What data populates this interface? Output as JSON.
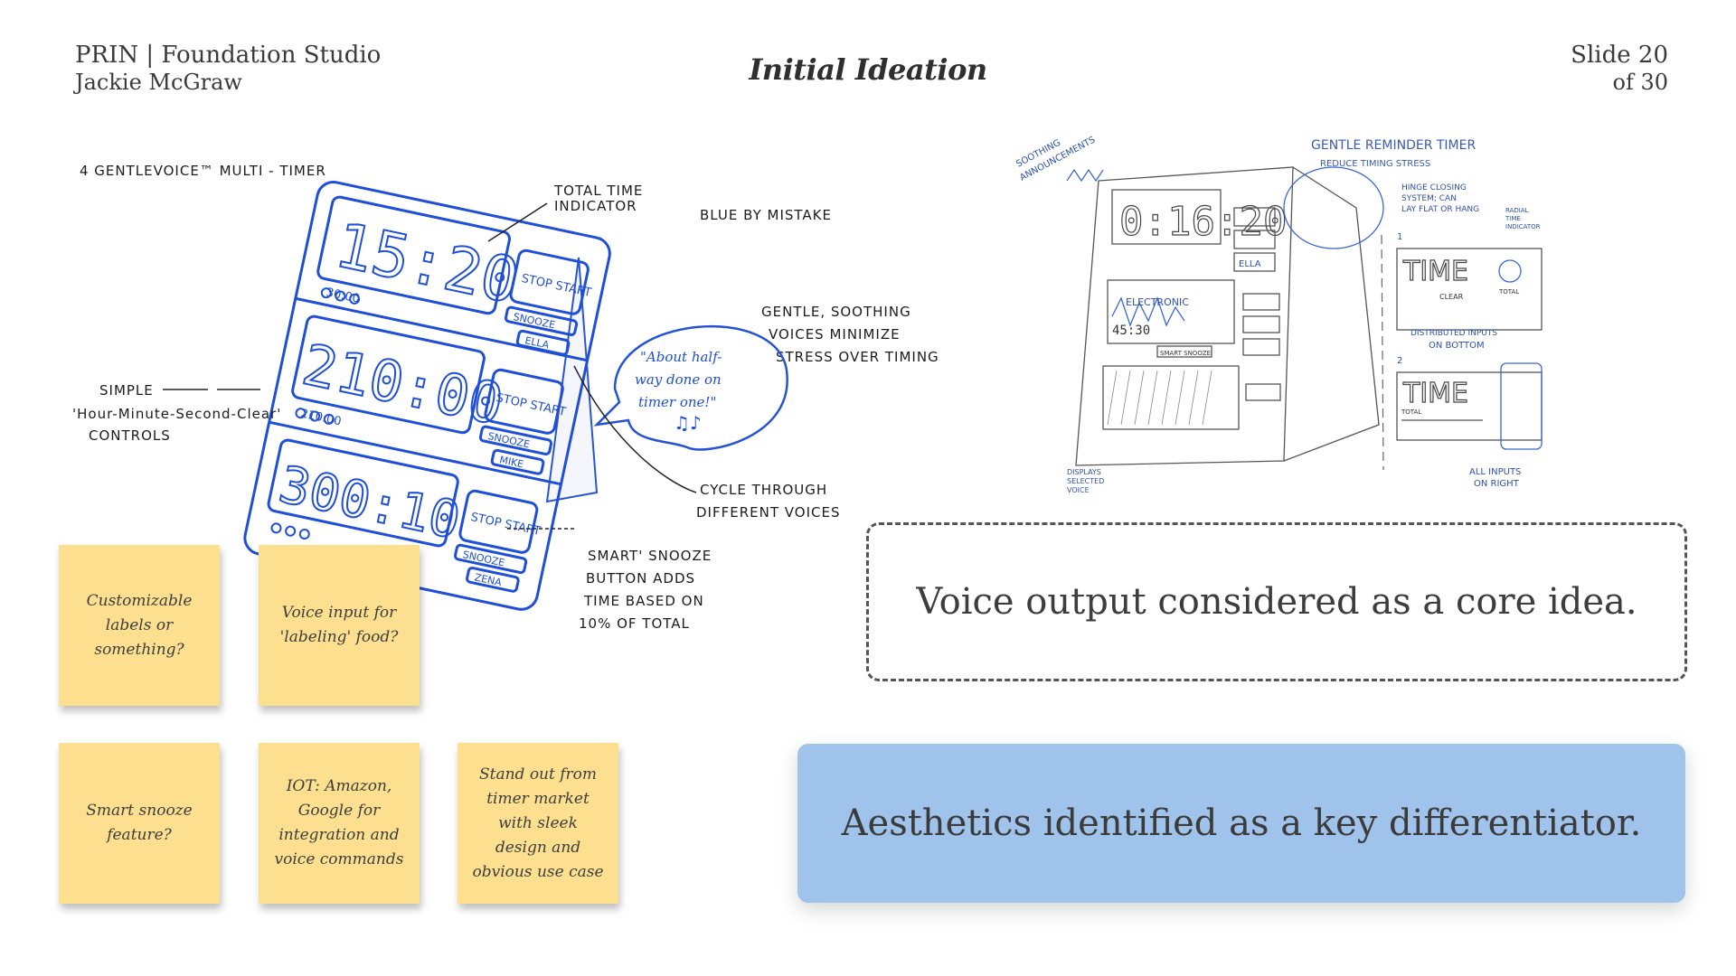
{
  "header": {
    "course": "PRIN | Foundation Studio",
    "author": "Jackie McGraw",
    "title": "Initial Ideation",
    "slide_number": "Slide 20",
    "slide_total": "of 30"
  },
  "left_sketch": {
    "heading": "4   GENTLEVOICE™ MULTI - TIMER",
    "notes": {
      "total_time_1": "TOTAL TIME",
      "total_time_2": "INDICATOR",
      "blue_by_mistake": "BLUE BY MISTAKE",
      "gentle_1": "GENTLE, SOOTHING",
      "gentle_2": "VOICES MINIMIZE",
      "gentle_3": "STRESS OVER TIMING",
      "simple_1": "SIMPLE",
      "simple_2": "'Hour-Minute-Second-Clear'",
      "simple_3": "CONTROLS",
      "cycle_1": "CYCLE THROUGH",
      "cycle_2": "DIFFERENT VOICES",
      "snooze_1": "SMART' SNOOZE",
      "snooze_2": "BUTTON ADDS",
      "snooze_3": "TIME BASED ON",
      "snooze_4": "10% OF TOTAL",
      "bubble_1": "\"About half-",
      "bubble_2": "way done on",
      "bubble_3": "timer one!\"",
      "bubble_notes": "♫♪"
    },
    "timers": [
      {
        "display": "15:20",
        "sub": "30:00",
        "btn1": "STOP START",
        "btn2": "SNOOZE",
        "voice": "ELLA"
      },
      {
        "display": "210:00",
        "sub": "210:00",
        "btn1": "STOP START",
        "btn2": "SNOOZE",
        "voice": "MIKE"
      },
      {
        "display": "300:10",
        "sub": "",
        "btn1": "STOP START",
        "btn2": "SNOOZE",
        "voice": "ZENA"
      }
    ]
  },
  "right_sketch": {
    "title": "GENTLE REMINDER TIMER",
    "subtitle": "REDUCE TIMING STRESS",
    "annot_soothing_1": "SOOTHING",
    "annot_soothing_2": "ANNOUNCEMENTS",
    "annot_hinge_1": "HINGE CLOSING",
    "annot_hinge_2": "SYSTEM; CAN",
    "annot_hinge_3": "LAY FLAT OR HANG",
    "annot_radial_1": "RADIAL",
    "annot_radial_2": "TIME",
    "annot_radial_3": "INDICATOR",
    "annot_displays_1": "DISPLAYS",
    "annot_displays_2": "SELECTED",
    "annot_displays_3": "VOICE",
    "annot_distributed_1": "DISTRIBUTED INPUTS",
    "annot_distributed_2": "ON BOTTOM",
    "annot_all_1": "ALL INPUTS",
    "annot_all_2": "ON RIGHT",
    "device_time_1": "0:16:20",
    "device_time_2": "45:30",
    "device_voice_1": "ELLA",
    "device_voice_2": "ELECTRONIC",
    "device_snooze": "SMART SNOOZE",
    "timer_label": "TIME",
    "clear": "CLEAR",
    "total": "TOTAL",
    "option_1": "1",
    "option_2": "2"
  },
  "sticky_notes": [
    "Customizable labels or something?",
    "Voice input for 'labeling' food?",
    "Smart snooze feature?",
    "IOT: Amazon, Google for integration and voice commands",
    "Stand out from timer market with sleek design and obvious use case"
  ],
  "callouts": {
    "dashed": "Voice output considered as a core idea.",
    "highlight": "Aesthetics identified as a key differentiator."
  },
  "colors": {
    "sticky": "#fde08f",
    "highlight_box": "#9fc3ea",
    "sketch_ink": "#1f4fd6"
  }
}
